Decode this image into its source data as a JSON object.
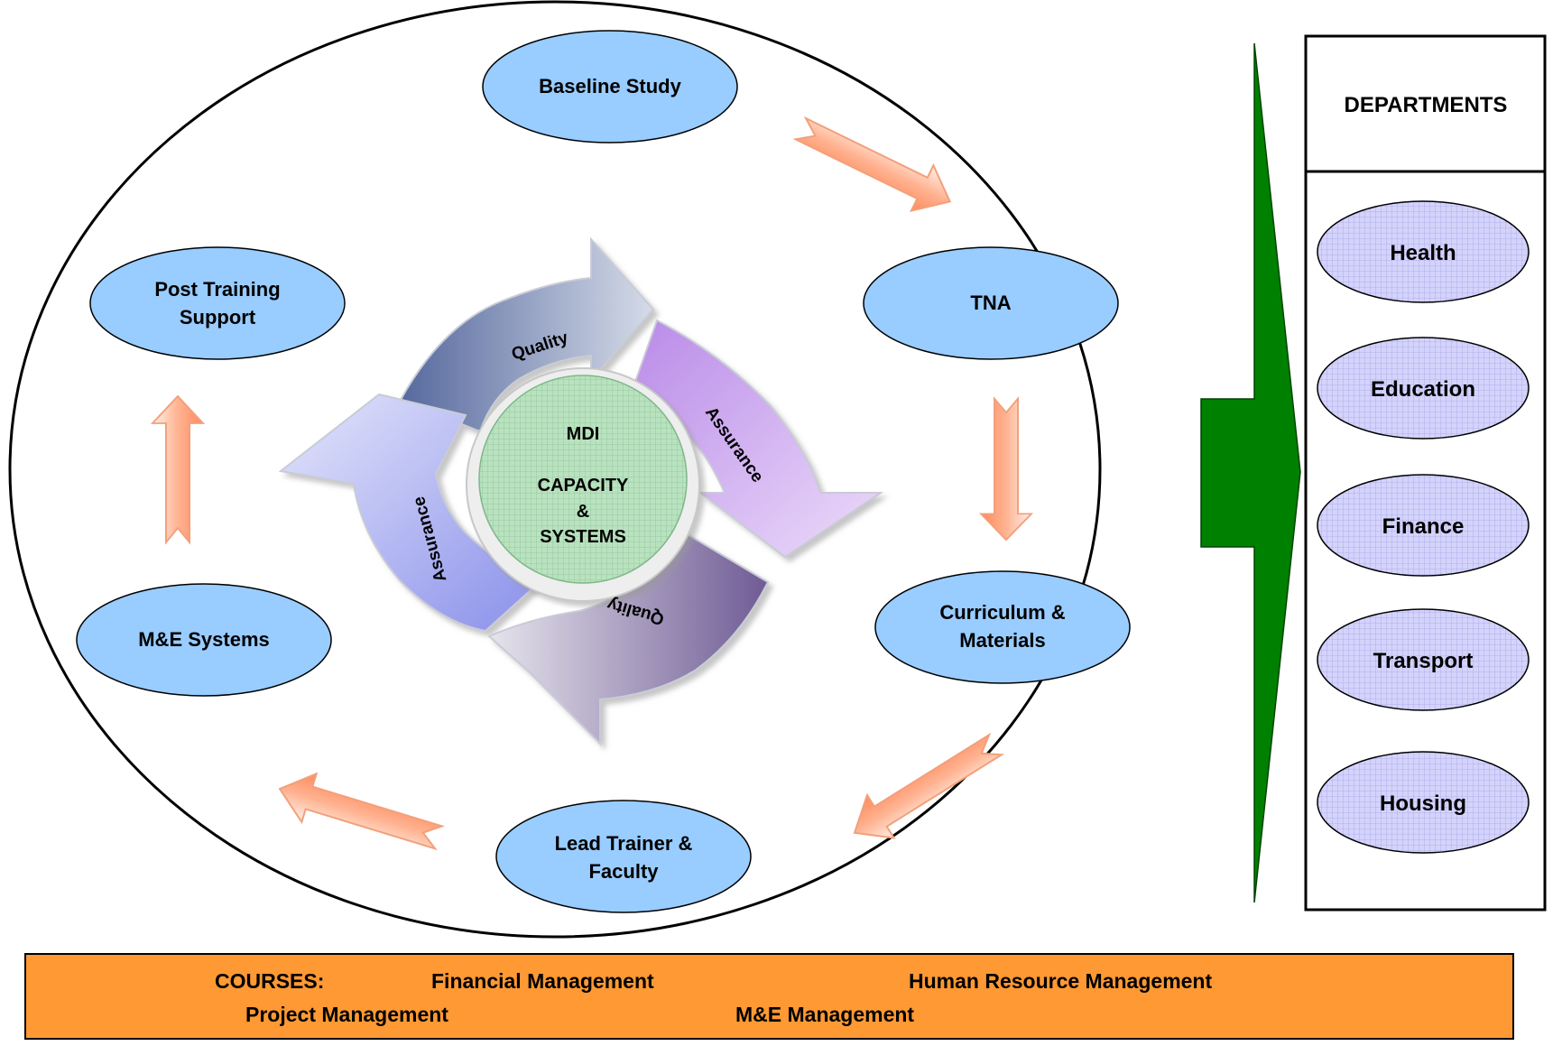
{
  "cycle_steps": {
    "baseline": "Baseline Study",
    "tna": "TNA",
    "curriculum": [
      "Curriculum &",
      "Materials"
    ],
    "lead_trainer": [
      "Lead Trainer &",
      "Faculty"
    ],
    "me_systems": "M&E Systems",
    "post_training": [
      "Post Training",
      "Support"
    ]
  },
  "center": {
    "lines": [
      "MDI",
      "CAPACITY",
      "&",
      "SYSTEMS"
    ]
  },
  "ring_labels": {
    "top": "Quality",
    "right": "Assurance",
    "bottom": "Quality",
    "left": "Assurance"
  },
  "departments": {
    "title": "DEPARTMENTS",
    "items": [
      "Health",
      "Education",
      "Finance",
      "Transport",
      "Housing"
    ]
  },
  "courses": {
    "label": "COURSES:",
    "items": [
      "Financial Management",
      "Human Resource Management",
      "Project Management",
      "M&E Management"
    ]
  },
  "colors": {
    "step_fill": "#99ccff",
    "dept_fill": "#ccccff",
    "center_fill": "#b8e0c0",
    "green_arrow": "#008000",
    "courses_bar": "#ff9933",
    "flow_arrow": "#ff9966"
  }
}
